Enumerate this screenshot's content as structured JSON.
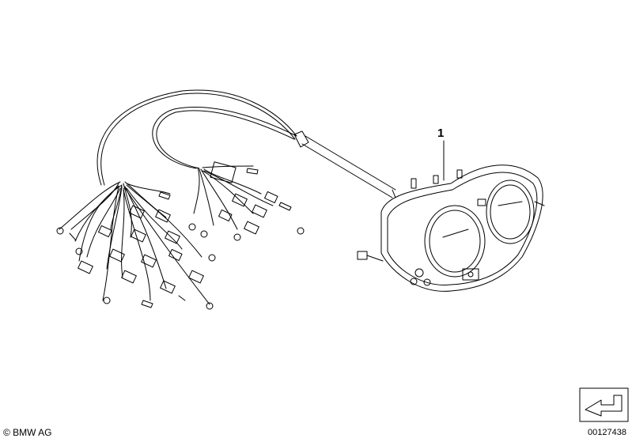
{
  "diagram": {
    "part_callout": "1",
    "copyright": "© BMW AG",
    "document_number": "00127438"
  },
  "icons": {
    "navigation": "next-arrow-icon"
  }
}
